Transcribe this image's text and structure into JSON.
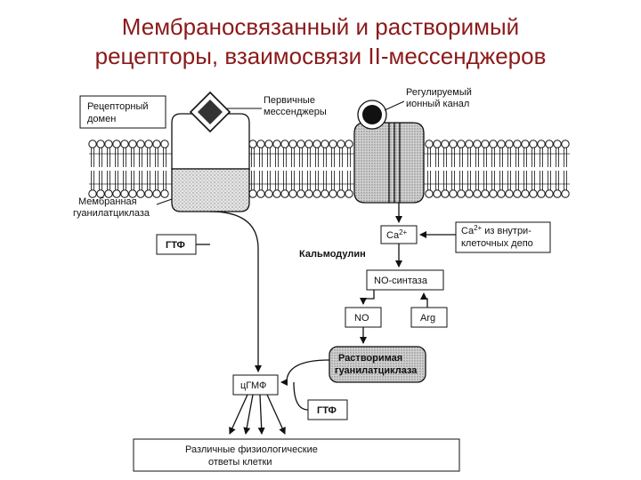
{
  "title": {
    "line1": "Мембраносвязанный и растворимый",
    "line2": "рецепторы, взаимосвязи II-мессенджеров"
  },
  "diagram": {
    "receptor_domain": [
      "Рецепторный",
      "домен"
    ],
    "primary_messengers": [
      "Первичные",
      "мессенджеры"
    ],
    "regulated_channel": [
      "Регулируемый",
      "ионный канал"
    ],
    "membrane_gc": [
      "Мембранная",
      "гуанилатциклаза"
    ],
    "gtp_top": "ГТФ",
    "ca": "Ca",
    "ca_sup": "2+",
    "ca_depot_line1_main": "Ca",
    "ca_depot_line1_sup": "2+",
    "ca_depot_line1_rest": " из внутри-",
    "ca_depot_line2": "клеточных депо",
    "calmodulin": "Кальмодулин",
    "no_synthase": "NO-синтаза",
    "no": "NO",
    "arg": "Arg",
    "soluble_gc": [
      "Растворимая",
      "гуанилатциклаза"
    ],
    "cgmp": "цГМФ",
    "gtp_bottom": "ГТФ",
    "responses": [
      "Различные физиологические",
      "ответы клетки"
    ]
  }
}
